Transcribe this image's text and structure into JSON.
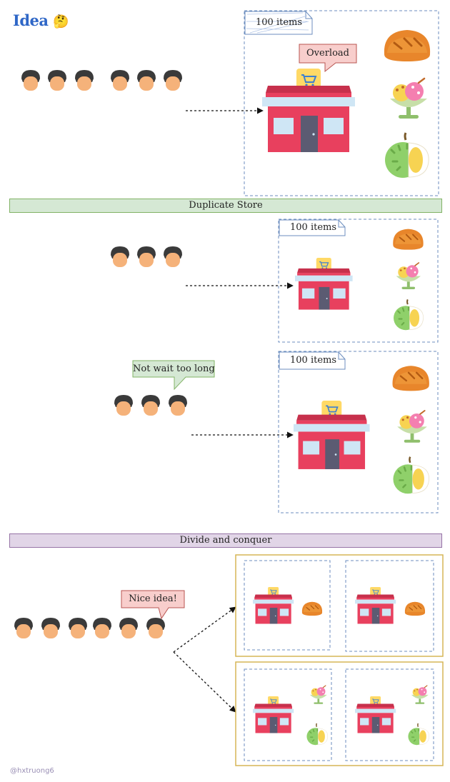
{
  "title": {
    "text": "Idea",
    "emoji": "🤔"
  },
  "sections": {
    "duplicate": {
      "label": "Duplicate Store"
    },
    "divide": {
      "label": "Divide and conquer"
    }
  },
  "notes": {
    "items_1": "100 items",
    "items_2": "100 items",
    "items_3": "100 items"
  },
  "callouts": {
    "overload": "Overload",
    "not_wait": "Not wait too long",
    "nice_idea": "Nice idea!"
  },
  "credit": "@hxtruong6",
  "colors": {
    "callout_red_fill": "#f8cecc",
    "callout_red_stroke": "#b85450",
    "callout_green_fill": "#d5e8d4",
    "callout_green_stroke": "#82b366",
    "dashed_box": "#6c8ebf",
    "gold_frame": "#d6b656",
    "store_red": "#e8405e",
    "store_awning": "#cfe6f5",
    "sign_yellow": "#ffd966"
  },
  "icons": [
    "person-icon",
    "store-icon",
    "bread-icon",
    "ice-cream-icon",
    "durian-icon"
  ]
}
